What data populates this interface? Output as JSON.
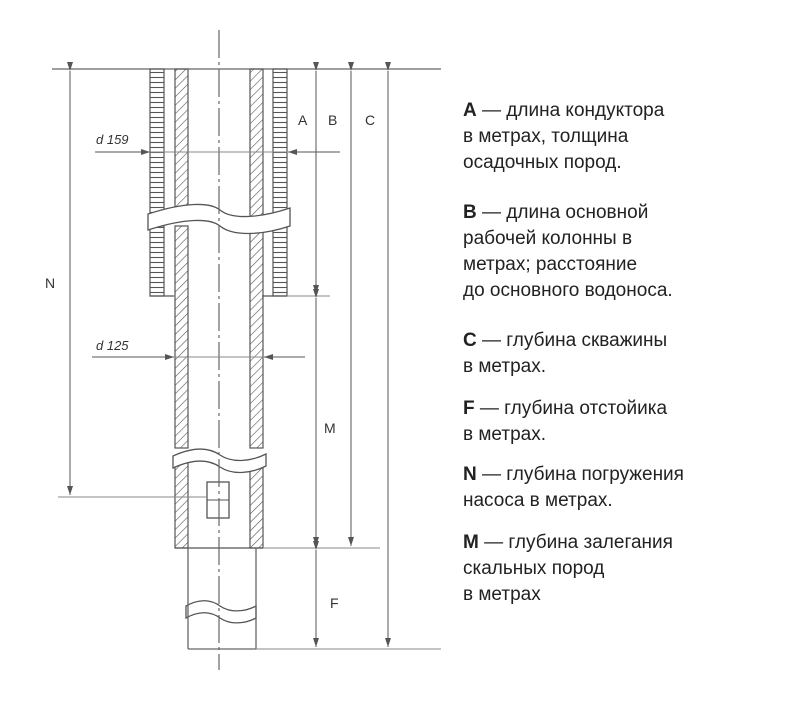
{
  "diagram": {
    "dimension_labels": {
      "A": "A",
      "B": "B",
      "C": "C",
      "N": "N",
      "M": "M",
      "F": "F"
    },
    "diameters": {
      "upper": "d 159",
      "lower": "d 125"
    }
  },
  "legend": [
    {
      "letter": "A",
      "line1": " — длина кондуктора",
      "line2": "в метрах, толщина",
      "line3": "осадочных пород."
    },
    {
      "letter": "B",
      "line1": " — длина основной",
      "line2": "рабочей колонны в",
      "line3": "метрах; расстояние",
      "line4": "до основного водоноса."
    },
    {
      "letter": "C",
      "line1": " — глубина скважины",
      "line2": "в метрах."
    },
    {
      "letter": "F",
      "line1": " — глубина отстойика",
      "line2": "в метрах."
    },
    {
      "letter": "N",
      "line1": " — глубина погружения",
      "line2": "насоса в метрах."
    },
    {
      "letter": "M",
      "line1": " — глубина залегания",
      "line2": "скальных пород",
      "line3": "в метрах"
    }
  ]
}
